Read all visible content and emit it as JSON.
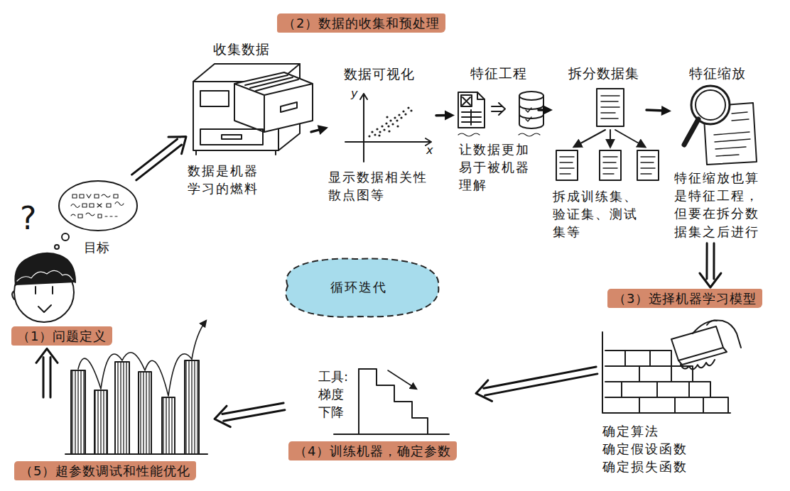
{
  "diagram": {
    "nodes": [
      {
        "text": [
          "（2）数据的收集和预处理"
        ]
      },
      {
        "text": [
          "收集数据",
          "数据是机器学习的燃料"
        ]
      },
      {
        "text": [
          "数据可视化",
          "显示数据相关性 散点图等"
        ]
      },
      {
        "text": [
          "特征工程",
          "让数据更加易于被机器理解"
        ]
      },
      {
        "text": [
          "拆分数据集",
          "拆成训练集、验证集、测试集等"
        ]
      },
      {
        "text": [
          "特征缩放",
          "特征缩放也算是特征工程，但要在拆分数据集之后进行"
        ]
      },
      {
        "text": [
          "循环迭代"
        ]
      },
      {
        "text": [
          "（3）选择机器学习模型",
          "确定算法 确定假设函数 确定损失函数"
        ]
      },
      {
        "text": [
          "（4）训练机器，确定参数",
          "工具:梯度下降"
        ]
      },
      {
        "text": [
          "（5）超参数调试和性能优化"
        ]
      },
      {
        "text": [
          "（1）问题定义"
        ]
      }
    ],
    "edges": [
      {
        "from": 10,
        "to": 1,
        "arrow": "to"
      },
      {
        "from": 1,
        "to": 2,
        "arrow": "to"
      },
      {
        "from": 2,
        "to": 3,
        "arrow": "to"
      },
      {
        "from": 3,
        "to": 4,
        "arrow": "to"
      },
      {
        "from": 4,
        "to": 5,
        "arrow": "to"
      },
      {
        "from": 5,
        "to": 7,
        "arrow": "to"
      },
      {
        "from": 7,
        "to": 8,
        "arrow": "to"
      },
      {
        "from": 8,
        "to": 9,
        "arrow": "to"
      },
      {
        "from": 9,
        "to": 10,
        "arrow": "to"
      }
    ],
    "labels": [
      "?",
      "目标",
      "y",
      "x"
    ]
  }
}
